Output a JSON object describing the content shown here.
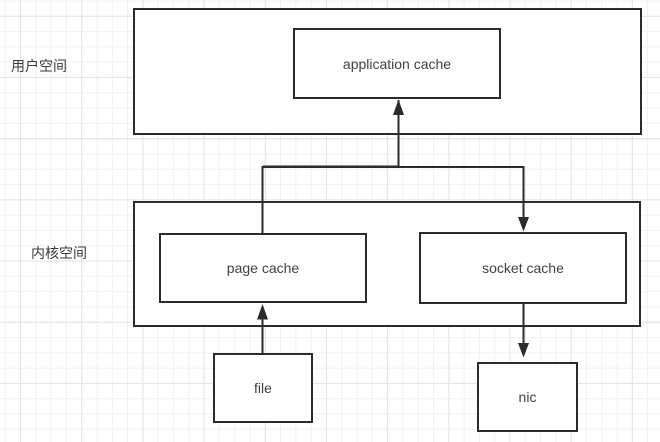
{
  "diagram": {
    "title_hint": "cache layers diagram",
    "regions": {
      "user_space_label": "用户空间",
      "kernel_space_label": "内核空间"
    },
    "nodes": {
      "application_cache": "application cache",
      "page_cache": "page cache",
      "socket_cache": "socket cache",
      "file": "file",
      "nic": "nic"
    },
    "connections": [
      {
        "from": "page_cache",
        "to": "application_cache",
        "arrow": "up"
      },
      {
        "from": "application_cache",
        "to": "socket_cache",
        "arrow": "down"
      },
      {
        "from": "file",
        "to": "page_cache",
        "arrow": "up"
      },
      {
        "from": "socket_cache",
        "to": "nic",
        "arrow": "down"
      }
    ],
    "colors": {
      "stroke": "#2b2b2b",
      "text": "#404040",
      "label_text": "#3a3a3a",
      "background": "#ffffff",
      "grid_minor": "#f1f1f1",
      "grid_major": "#e3e3e3"
    }
  }
}
